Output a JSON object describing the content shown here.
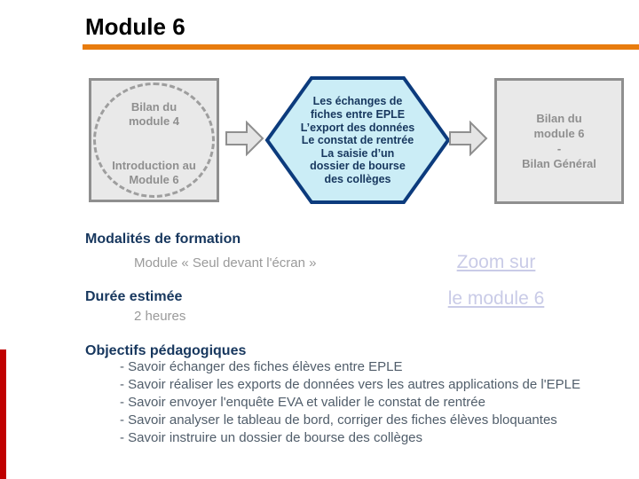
{
  "header": {
    "title": "Module 6"
  },
  "colors": {
    "accent_orange": "#E87C0E",
    "red_edge_bar": "#C00000",
    "heading_navy": "#17375E",
    "hexagon_fill": "#CBEDF6",
    "hexagon_border": "#0C3B7D",
    "gray_shape_fill": "#E9E9E9",
    "gray_shape_border": "#8F8F8F",
    "link_lavender": "#C9CBE7"
  },
  "diagram": {
    "prev_box_top": "Bilan du\nmodule 4",
    "prev_box_bottom": "Introduction au\nModule 6",
    "hexagon_text": "Les échanges de\nfiches entre EPLE\nL’export des données\nLe constat de rentrée\nLa saisie d’un\ndossier de bourse\ndes collèges",
    "next_box": "Bilan du\nmodule 6\n-\nBilan Général"
  },
  "sections": {
    "modalites": {
      "heading": "Modalités de formation",
      "detail": "Module « Seul devant l'écran »"
    },
    "duree": {
      "heading": "Durée estimée",
      "detail": "2 heures"
    },
    "objectifs": {
      "heading": "Objectifs pédagogiques",
      "items": [
        "- Savoir échanger des fiches élèves entre EPLE",
        "- Savoir réaliser les exports de données vers les autres applications de l'EPLE",
        "- Savoir envoyer l'enquête EVA et valider le constat de rentrée",
        "- Savoir analyser le tableau de bord, corriger des fiches élèves bloquantes",
        "- Savoir instruire un dossier de bourse des collèges"
      ]
    }
  },
  "links": {
    "zoom_line1": "Zoom sur",
    "zoom_line2": "le module 6"
  }
}
